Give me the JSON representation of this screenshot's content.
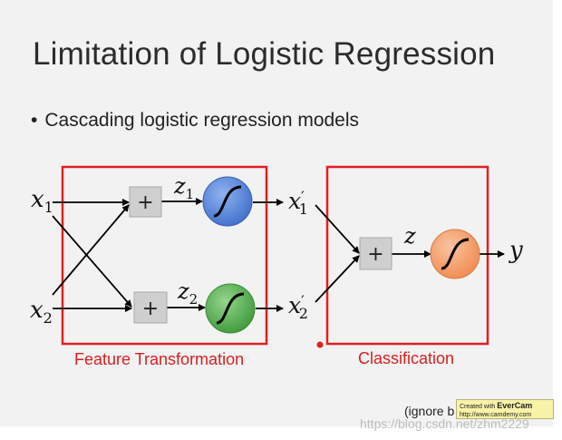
{
  "slide": {
    "title": "Limitation of Logistic Regression",
    "bullet": "Cascading logistic regression models",
    "bullet_marker": "•"
  },
  "diagram": {
    "inputs": [
      {
        "base": "x",
        "sub": "1"
      },
      {
        "base": "x",
        "sub": "2"
      }
    ],
    "sum_symbol": "+",
    "hidden_z": [
      {
        "base": "z",
        "sub": "1"
      },
      {
        "base": "z",
        "sub": "2"
      }
    ],
    "transformed": [
      {
        "base": "x",
        "prime": "′",
        "sub": "1"
      },
      {
        "base": "x",
        "prime": "′",
        "sub": "2"
      }
    ],
    "output_z": "z",
    "output_y": "y",
    "feature_caption": "Feature Transformation",
    "classification_caption": "Classification",
    "colors": {
      "box": "#e02020",
      "sigmoid_1": "#4f7fd8",
      "sigmoid_2": "#4ea84a",
      "sigmoid_out": "#f59a63",
      "sum_box": "#cfcfcf"
    }
  },
  "footer": {
    "note": "(ignore b",
    "evercam_line1_prefix": "Created with ",
    "evercam_line1_brand": "EverCam",
    "evercam_line2": "http://www.camdemy.com",
    "watermark": "https://blog.csdn.net/zhm2229"
  }
}
